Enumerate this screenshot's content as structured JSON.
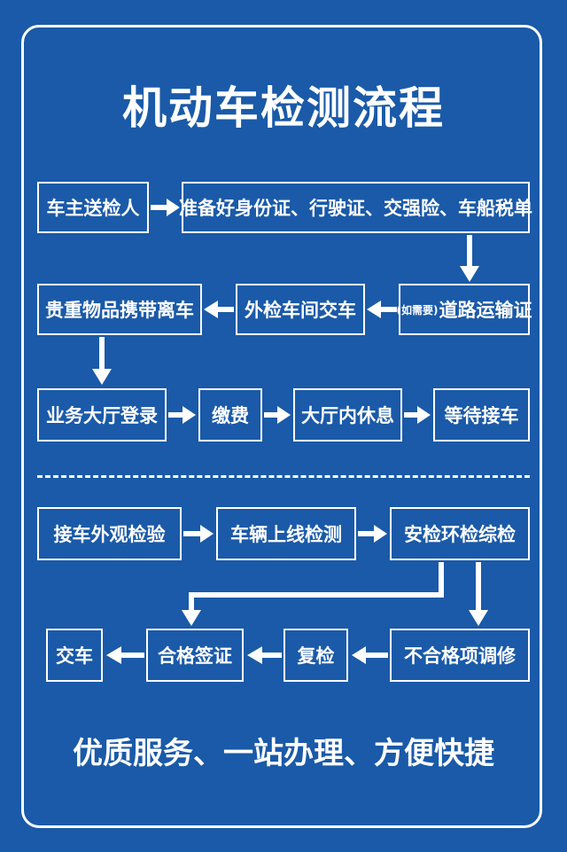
{
  "title": "机动车检测流程",
  "slogan": "优质服务、一站办理、方便快捷",
  "steps": {
    "owner_sends": "车主送检人",
    "prepare_docs": "准备好身份证、行驶证、交强险、车船税单",
    "if_needed": "(如需要)",
    "road_permit": "道路运输证",
    "hand_over_car": "外检车间交车",
    "take_valuables": "贵重物品携带离车",
    "hall_register": "业务大厅登录",
    "pay_fee": "缴费",
    "hall_rest": "大厅内休息",
    "wait_pickup": "等待接车",
    "receive_inspect": "接车外观检验",
    "online_test": "车辆上线检测",
    "safety_env": "安检环检综检",
    "unqualified_adjust": "不合格项调修",
    "recheck": "复检",
    "qualified_sign": "合格签证",
    "deliver": "交车"
  },
  "colors": {
    "background": "#1a5aa8",
    "foreground": "#ffffff"
  }
}
